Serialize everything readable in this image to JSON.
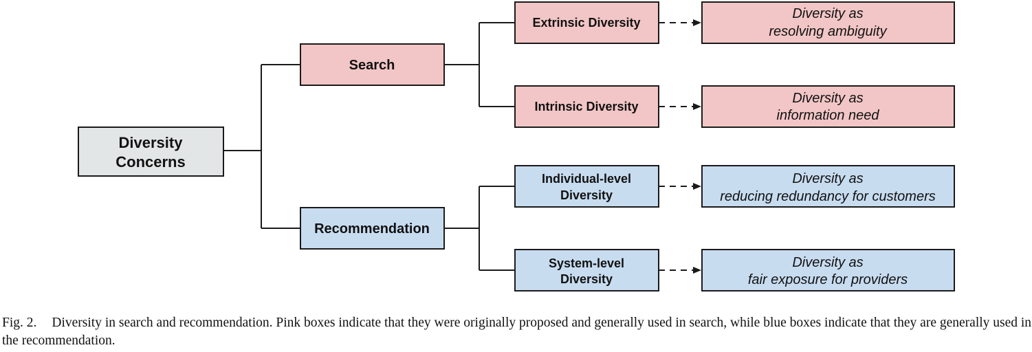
{
  "diagram": {
    "colors": {
      "root": "#e3e6e6",
      "search": "#f2c6c6",
      "recommendation": "#c8dcf0",
      "stroke": "#1a1a1a"
    },
    "root": {
      "lines": [
        "Diversity",
        "Concerns"
      ]
    },
    "search": {
      "label": "Search",
      "children": [
        {
          "lines": [
            "Extrinsic Diversity"
          ],
          "desc": [
            "Diversity as",
            "resolving ambiguity"
          ]
        },
        {
          "lines": [
            "Intrinsic Diversity"
          ],
          "desc": [
            "Diversity as",
            "information need"
          ]
        }
      ]
    },
    "recommendation": {
      "label": "Recommendation",
      "children": [
        {
          "lines": [
            "Individual-level",
            "Diversity"
          ],
          "desc": [
            "Diversity as",
            "reducing redundancy for customers"
          ]
        },
        {
          "lines": [
            "System-level",
            "Diversity"
          ],
          "desc": [
            "Diversity as",
            "fair exposure for providers"
          ]
        }
      ]
    }
  },
  "caption": {
    "label": "Fig. 2.",
    "text": "Diversity in search and recommendation. Pink boxes indicate that they were originally proposed and generally used in search, while blue boxes indicate that they are generally used in the recommendation."
  }
}
